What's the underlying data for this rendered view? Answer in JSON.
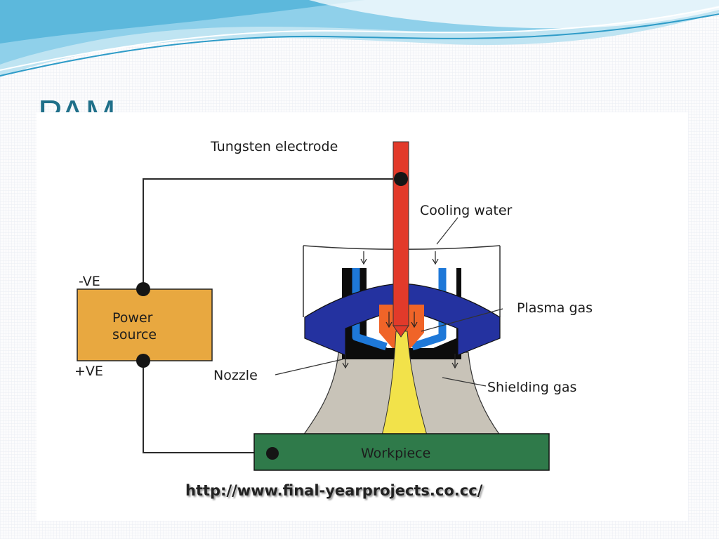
{
  "slide": {
    "title": "PAM"
  },
  "diagram": {
    "labels": {
      "tungsten_electrode": "Tungsten electrode",
      "cooling_water": "Cooling water",
      "plasma_gas": "Plasma gas",
      "negative_terminal": "-VE",
      "power_source_line1": "Power",
      "power_source_line2": "source",
      "positive_terminal": "+VE",
      "nozzle": "Nozzle",
      "shielding_gas": "Shielding gas",
      "workpiece": "Workpiece"
    },
    "source_url": "http://www.final-yearprojects.co.cc/",
    "colors": {
      "electrode": "#e23a2a",
      "power_source": "#e8a840",
      "workpiece": "#2f7a4a",
      "torch_body": "#2432a0",
      "cooling_channel": "#1e78d8",
      "plasma_jet": "#f2e24a",
      "shielding_gas": "#c8c3b8",
      "title": "#1f6f89"
    }
  }
}
